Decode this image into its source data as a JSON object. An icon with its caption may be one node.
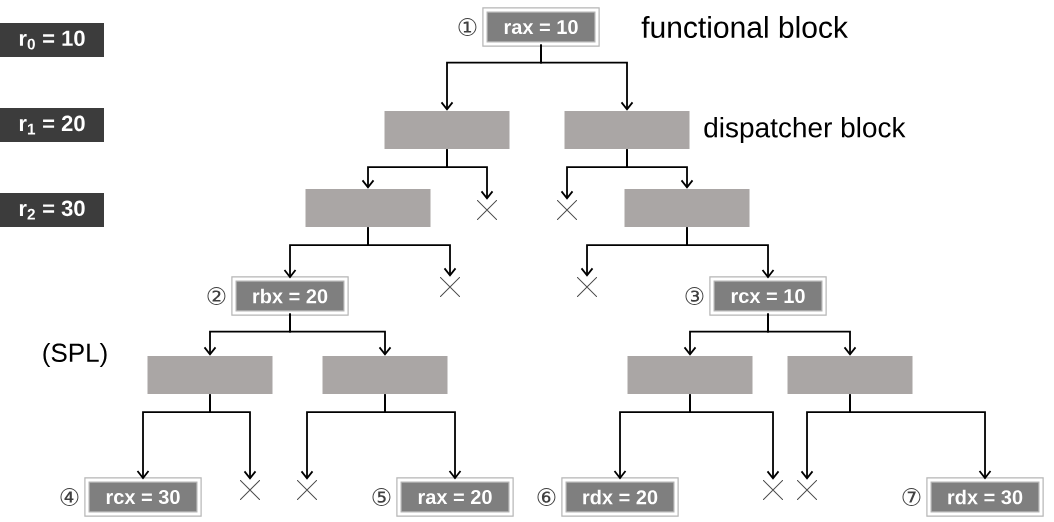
{
  "diagram": {
    "nodes": [
      {
        "text": [
          "r$_{0}$ = 10"
        ]
      },
      {
        "text": [
          "r$_{1}$ = 20"
        ]
      },
      {
        "text": [
          "r$_{2}$ = 30"
        ]
      },
      {
        "text": [
          "rax = 10"
        ],
        "beside": [
          "①"
        ]
      },
      {
        "text": [],
        "shape": "box"
      },
      {
        "text": [],
        "shape": "box"
      },
      {
        "text": [],
        "shape": "box"
      },
      {
        "text": [],
        "shape": "cross"
      },
      {
        "text": [],
        "shape": "cross"
      },
      {
        "text": [],
        "shape": "box"
      },
      {
        "text": [
          "rbx = 20"
        ],
        "beside": [
          "②"
        ]
      },
      {
        "text": [],
        "shape": "cross"
      },
      {
        "text": [],
        "shape": "cross"
      },
      {
        "text": [
          "rcx = 10"
        ],
        "beside": [
          "③"
        ]
      },
      {
        "text": [],
        "shape": "box"
      },
      {
        "text": [],
        "shape": "box"
      },
      {
        "text": [],
        "shape": "box"
      },
      {
        "text": [],
        "shape": "box"
      },
      {
        "text": [
          "rcx = 30"
        ],
        "beside": [
          "④"
        ]
      },
      {
        "text": [],
        "shape": "cross"
      },
      {
        "text": [],
        "shape": "cross"
      },
      {
        "text": [
          "rax = 20"
        ],
        "beside": [
          "⑤"
        ]
      },
      {
        "text": [
          "rdx = 20"
        ],
        "beside": [
          "⑥"
        ]
      },
      {
        "text": [],
        "shape": "cross"
      },
      {
        "text": [],
        "shape": "cross"
      },
      {
        "text": [
          "rdx = 30"
        ],
        "beside": [
          "⑦"
        ]
      }
    ],
    "edges": [
      {
        "from": 3,
        "to": 4,
        "arrow": "to"
      },
      {
        "from": 3,
        "to": 5,
        "arrow": "to"
      },
      {
        "from": 4,
        "to": 6,
        "arrow": "to"
      },
      {
        "from": 4,
        "to": 7,
        "arrow": "to"
      },
      {
        "from": 5,
        "to": 8,
        "arrow": "to"
      },
      {
        "from": 5,
        "to": 9,
        "arrow": "to"
      },
      {
        "from": 6,
        "to": 10,
        "arrow": "to"
      },
      {
        "from": 6,
        "to": 11,
        "arrow": "to"
      },
      {
        "from": 9,
        "to": 12,
        "arrow": "to"
      },
      {
        "from": 9,
        "to": 13,
        "arrow": "to"
      },
      {
        "from": 10,
        "to": 14,
        "arrow": "to"
      },
      {
        "from": 10,
        "to": 15,
        "arrow": "to"
      },
      {
        "from": 13,
        "to": 16,
        "arrow": "to"
      },
      {
        "from": 13,
        "to": 17,
        "arrow": "to"
      },
      {
        "from": 14,
        "to": 18,
        "arrow": "to"
      },
      {
        "from": 14,
        "to": 19,
        "arrow": "to"
      },
      {
        "from": 15,
        "to": 20,
        "arrow": "to"
      },
      {
        "from": 15,
        "to": 21,
        "arrow": "to"
      },
      {
        "from": 16,
        "to": 22,
        "arrow": "to"
      },
      {
        "from": 16,
        "to": 23,
        "arrow": "to"
      },
      {
        "from": 17,
        "to": 24,
        "arrow": "to"
      },
      {
        "from": 17,
        "to": 25,
        "arrow": "to"
      }
    ],
    "labels": [
      "functional block",
      "dispatcher block",
      "(SPL)"
    ]
  }
}
